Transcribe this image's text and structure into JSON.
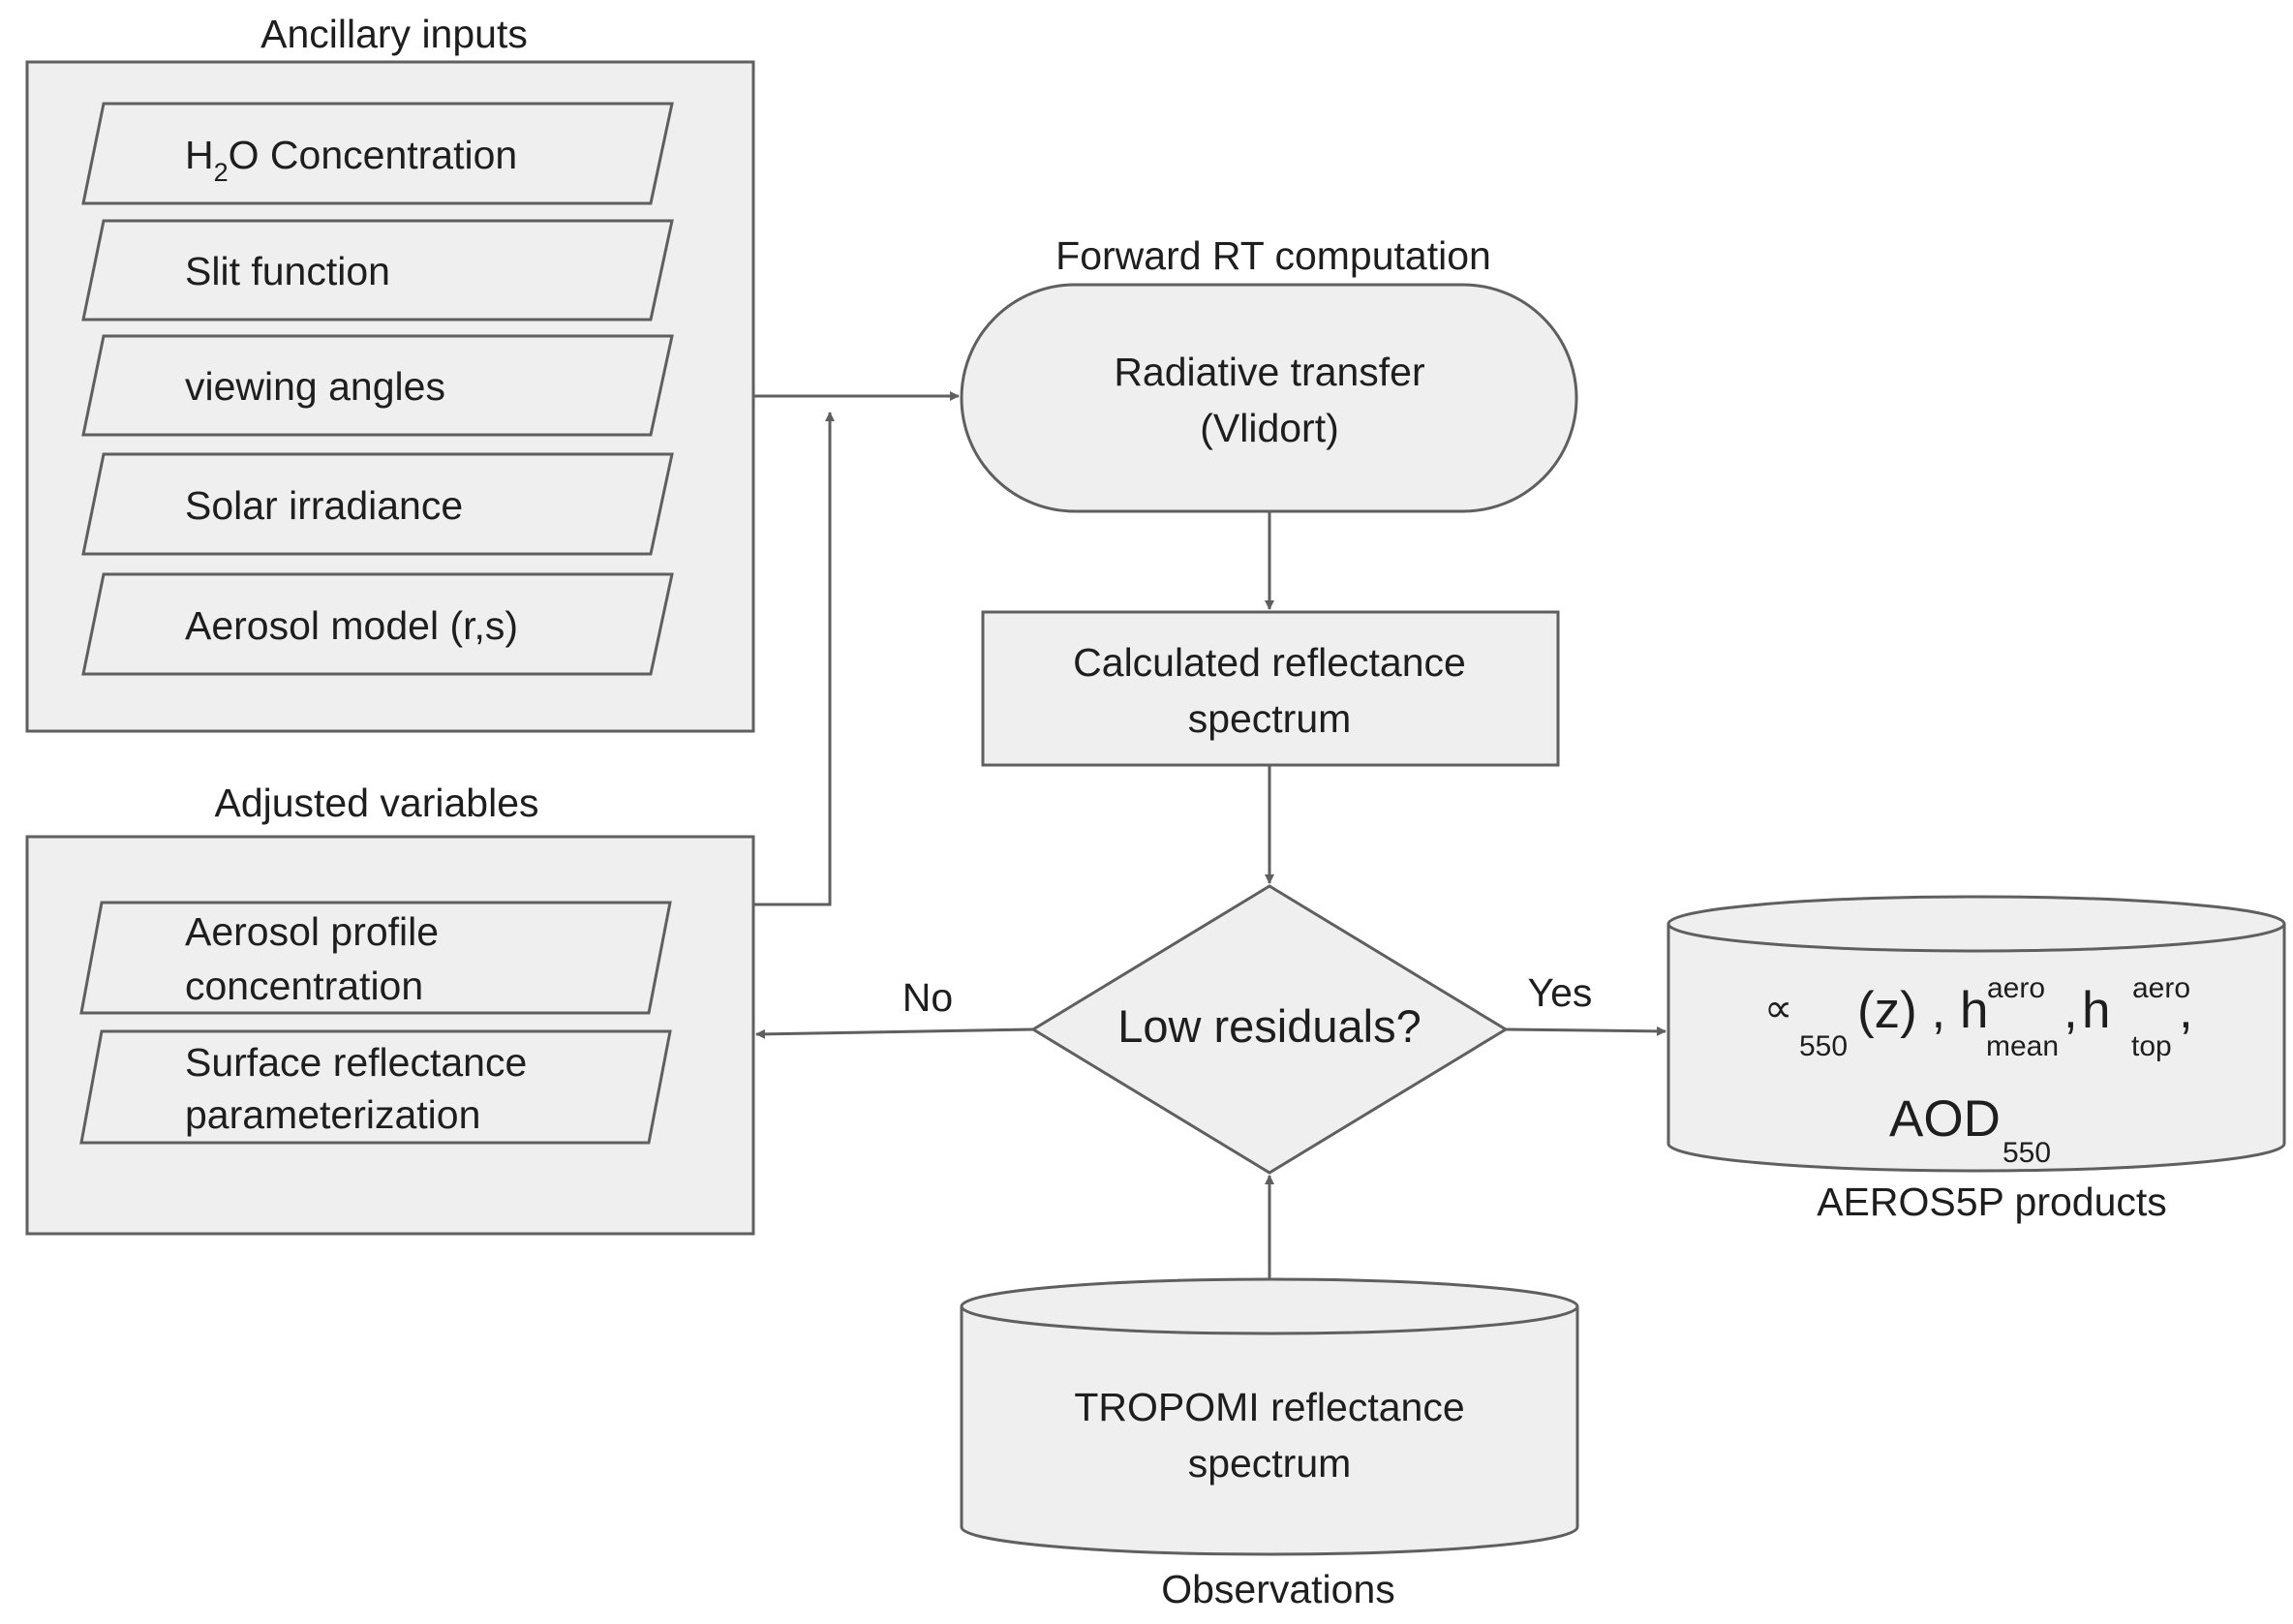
{
  "ancillary": {
    "title": "Ancillary inputs",
    "h2o": {
      "pre": "H",
      "sub": "2",
      "post": "O Concentration"
    },
    "items": [
      "Slit function",
      "viewing angles",
      "Solar irradiance",
      "Aerosol model (r,s)"
    ]
  },
  "adjusted": {
    "title": "Adjusted variables",
    "items": [
      [
        "Aerosol profile",
        "concentration"
      ],
      [
        "Surface reflectance",
        "parameterization"
      ]
    ]
  },
  "forward": {
    "title": "Forward RT computation",
    "lines": [
      "Radiative transfer",
      "(Vlidort)"
    ]
  },
  "calculated": {
    "lines": [
      "Calculated reflectance",
      "spectrum"
    ]
  },
  "decision": {
    "label": "Low residuals?",
    "no": "No",
    "yes": "Yes"
  },
  "observations": {
    "lines": [
      "TROPOMI reflectance",
      "spectrum"
    ],
    "caption": "Observations"
  },
  "products": {
    "caption": "AEROS5P products",
    "alpha": "∝",
    "alpha_sub": "550",
    "z": "(z) , h",
    "h_sup": "aero",
    "mean_sub": "mean",
    "comma": ",",
    "h2": " h",
    "top_sub": "top",
    "aod": "AOD",
    "aod_sub": "550"
  },
  "colors": {
    "fill": "#efefef",
    "stroke": "#5f5f5f",
    "text": "#1e1e1e"
  }
}
